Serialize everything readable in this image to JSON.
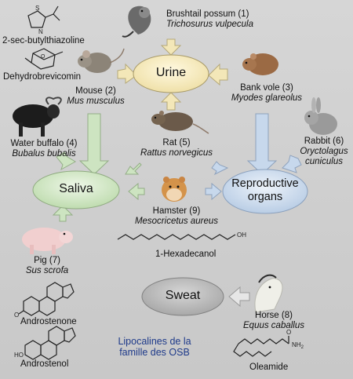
{
  "hubs": {
    "urine": "Urine",
    "saliva": "Saliva",
    "reproductive": [
      "Reproductive",
      "organs"
    ],
    "sweat": "Sweat"
  },
  "species": [
    {
      "id": "possum",
      "common": "Brushtail possum (1)",
      "latin": "Trichosurus vulpecula"
    },
    {
      "id": "mouse",
      "common": "Mouse (2)",
      "latin": "Mus musculus"
    },
    {
      "id": "vole",
      "common": "Bank vole (3)",
      "latin": "Myodes glareolus"
    },
    {
      "id": "buffalo",
      "common": "Water buffalo (4)",
      "latin": "Bubalus bubalis"
    },
    {
      "id": "rat",
      "common": "Rat (5)",
      "latin": "Rattus norvegicus"
    },
    {
      "id": "rabbit",
      "common": "Rabbit (6)",
      "latin": [
        "Oryctolagus",
        "cuniculus"
      ]
    },
    {
      "id": "pig",
      "common": "Pig (7)",
      "latin": "Sus scrofa"
    },
    {
      "id": "horse",
      "common": "Horse (8)",
      "latin": "Equus caballus"
    },
    {
      "id": "hamster",
      "common": "Hamster (9)",
      "latin": "Mesocricetus aureus"
    }
  ],
  "chemicals": {
    "thiazoline": "2-sec-butylthiazoline",
    "brevicomin": "Dehydrobrevicomin",
    "hexadecanol": "1-Hexadecanol",
    "hexadecanol_oh": "OH",
    "androstenone": "Androstenone",
    "androstenol": "Androstenol",
    "oleamide": "Oleamide",
    "nh2": "NH",
    "nh2_sub": "2",
    "s": "S",
    "n": "N",
    "o": "O",
    "ho": "HO"
  },
  "footer": [
    "Lipocalines de la",
    "famille des OSB"
  ],
  "colors": {
    "urine": "#f7edc4",
    "saliva": "#d4e8c8",
    "reproductive": "#d4e2f0",
    "sweat": "#bcbcbc",
    "urine_arrow": "#f3e7b8",
    "saliva_arrow": "#cde4c1",
    "repro_arrow": "#c7d8ec",
    "sweat_arrow": "#e6e6e6",
    "footer_text": "#1e3a8a"
  }
}
